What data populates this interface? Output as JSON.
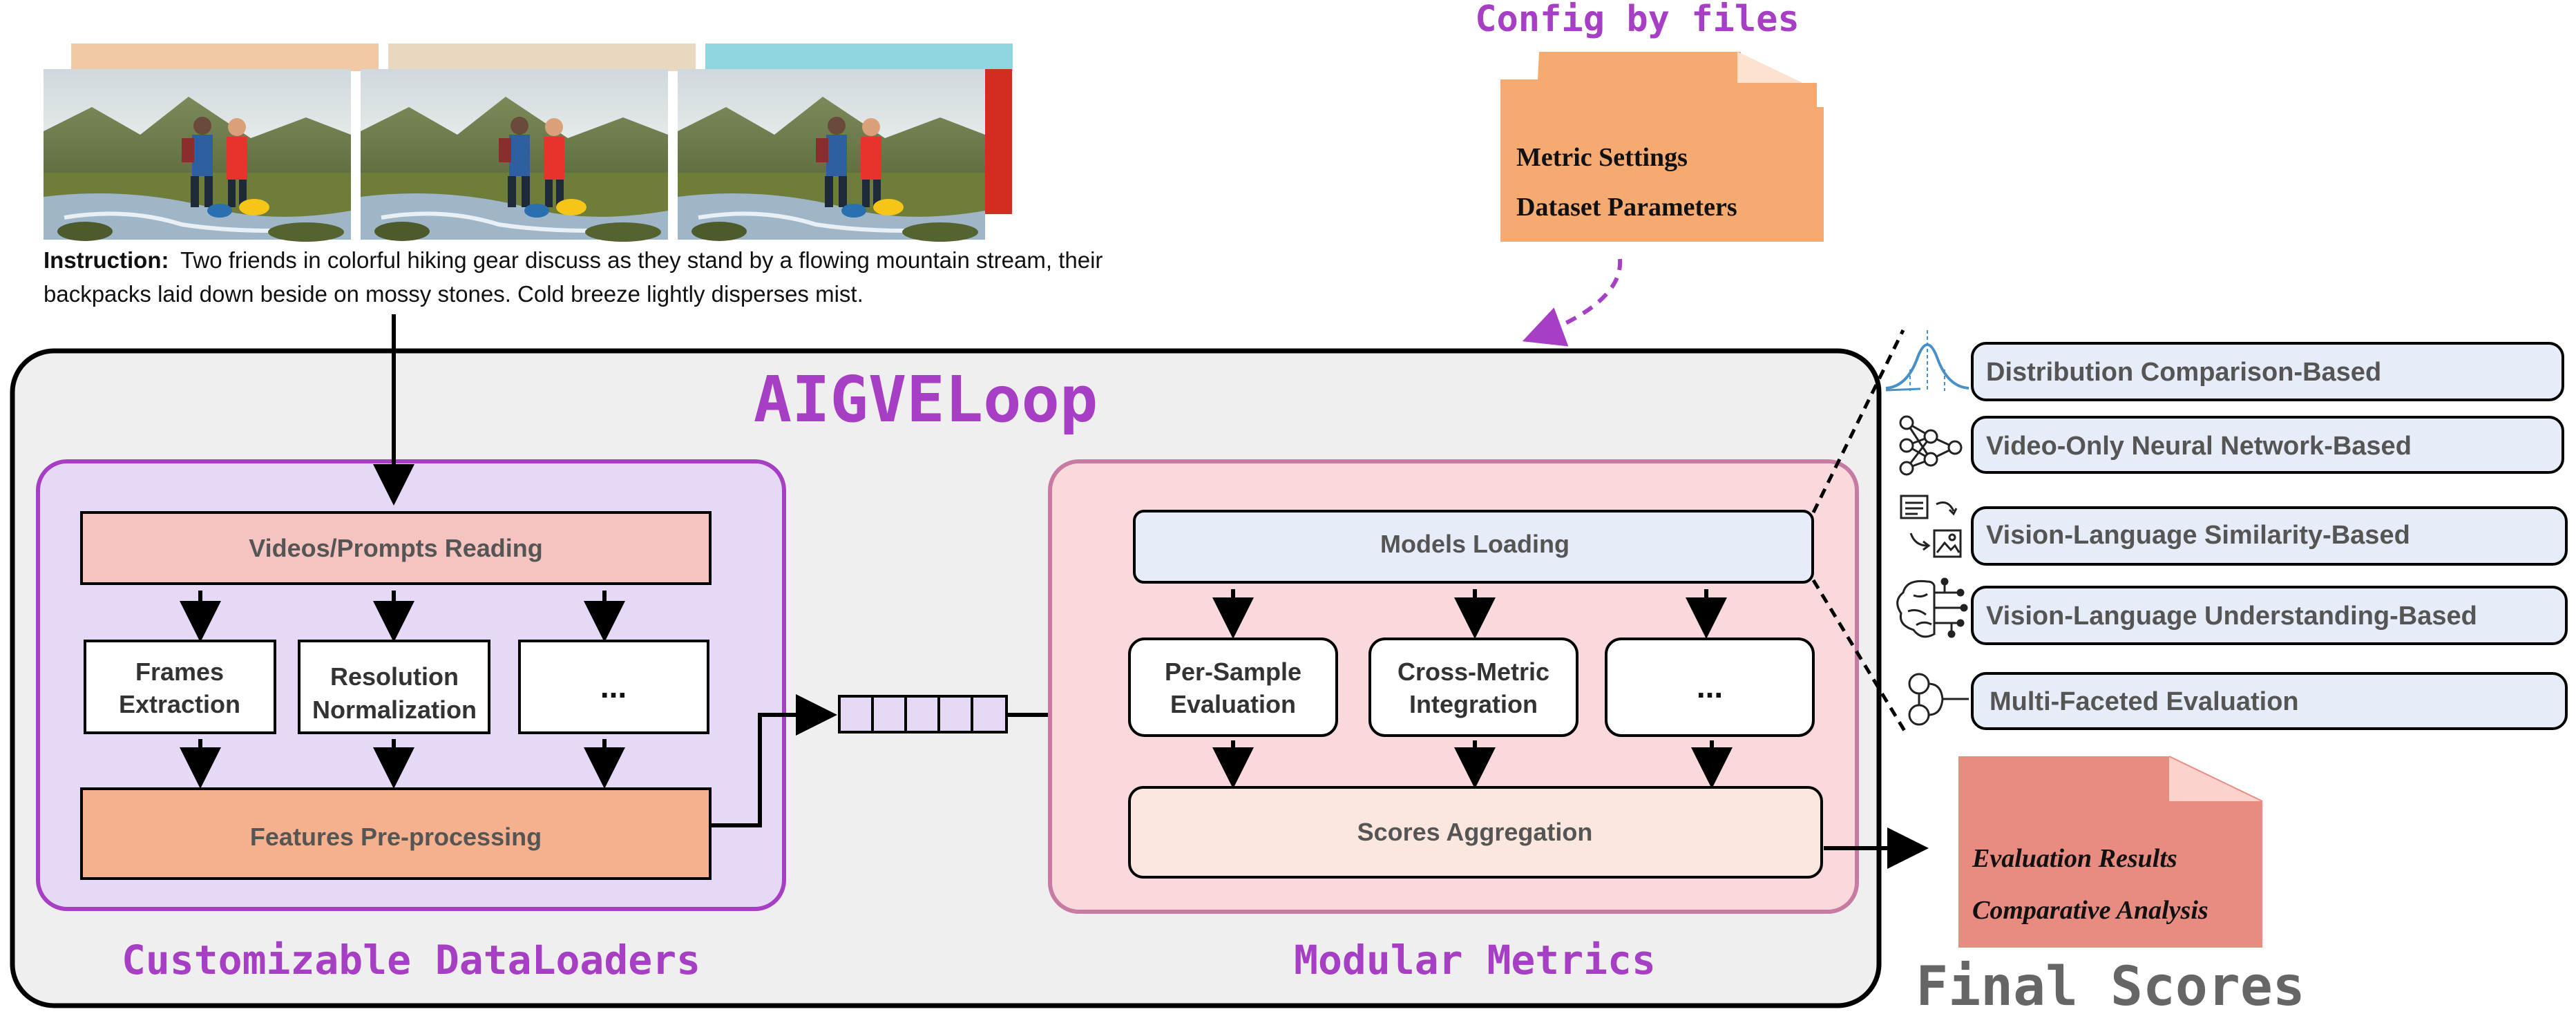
{
  "instruction": {
    "label": "Instruction:",
    "line1": "Two friends in colorful hiking gear discuss as they stand by a flowing mountain stream, their",
    "line2": "backpacks laid down beside on mossy stones. Cold breeze lightly disperses mist."
  },
  "config": {
    "title": "Config by files",
    "line1": "Metric Settings",
    "line2": "Dataset Parameters"
  },
  "main": {
    "title": "AIGVELoop"
  },
  "dataloaders": {
    "caption": "Customizable DataLoaders",
    "reading": "Videos/Prompts Reading",
    "frames_line1": "Frames",
    "frames_line2": "Extraction",
    "resolution_line1": "Resolution",
    "resolution_line2": "Normalization",
    "more": "...",
    "features": "Features Pre-processing"
  },
  "metrics": {
    "caption": "Modular Metrics",
    "models_loading": "Models Loading",
    "per_sample_line1": "Per-Sample",
    "per_sample_line2": "Evaluation",
    "cross_metric_line1": "Cross-Metric",
    "cross_metric_line2": "Integration",
    "more": "...",
    "scores_aggregation": "Scores Aggregation"
  },
  "categories": [
    {
      "label": "Distribution Comparison-Based",
      "icon": "bell-curve-icon"
    },
    {
      "label": "Video-Only Neural Network-Based",
      "icon": "neural-network-icon"
    },
    {
      "label": "Vision-Language Similarity-Based",
      "icon": "text-image-swap-icon"
    },
    {
      "label": "Vision-Language Understanding-Based",
      "icon": "brain-circuit-icon"
    },
    {
      "label": "Multi-Faceted Evaluation",
      "icon": "branching-icon"
    }
  ],
  "results": {
    "line1": "Evaluation Results",
    "line2": "Comparative Analysis",
    "caption": "Final Scores"
  },
  "colors": {
    "purple_text": "#a63fc4",
    "purple_panel": "#e6d9f7",
    "purple_border": "#a63fc4",
    "pink_panel": "#fad9dd",
    "pink_border": "#c77ba3",
    "salmon_box": "#f6c4c0",
    "orange_box": "#f5b08e",
    "config_orange": "#f5aa72",
    "result_red": "#e88c82",
    "category_fill": "#e6ecf8",
    "models_fill": "#e6ecf8",
    "scores_fill": "#fbe7df",
    "outer_panel": "#efefef"
  }
}
